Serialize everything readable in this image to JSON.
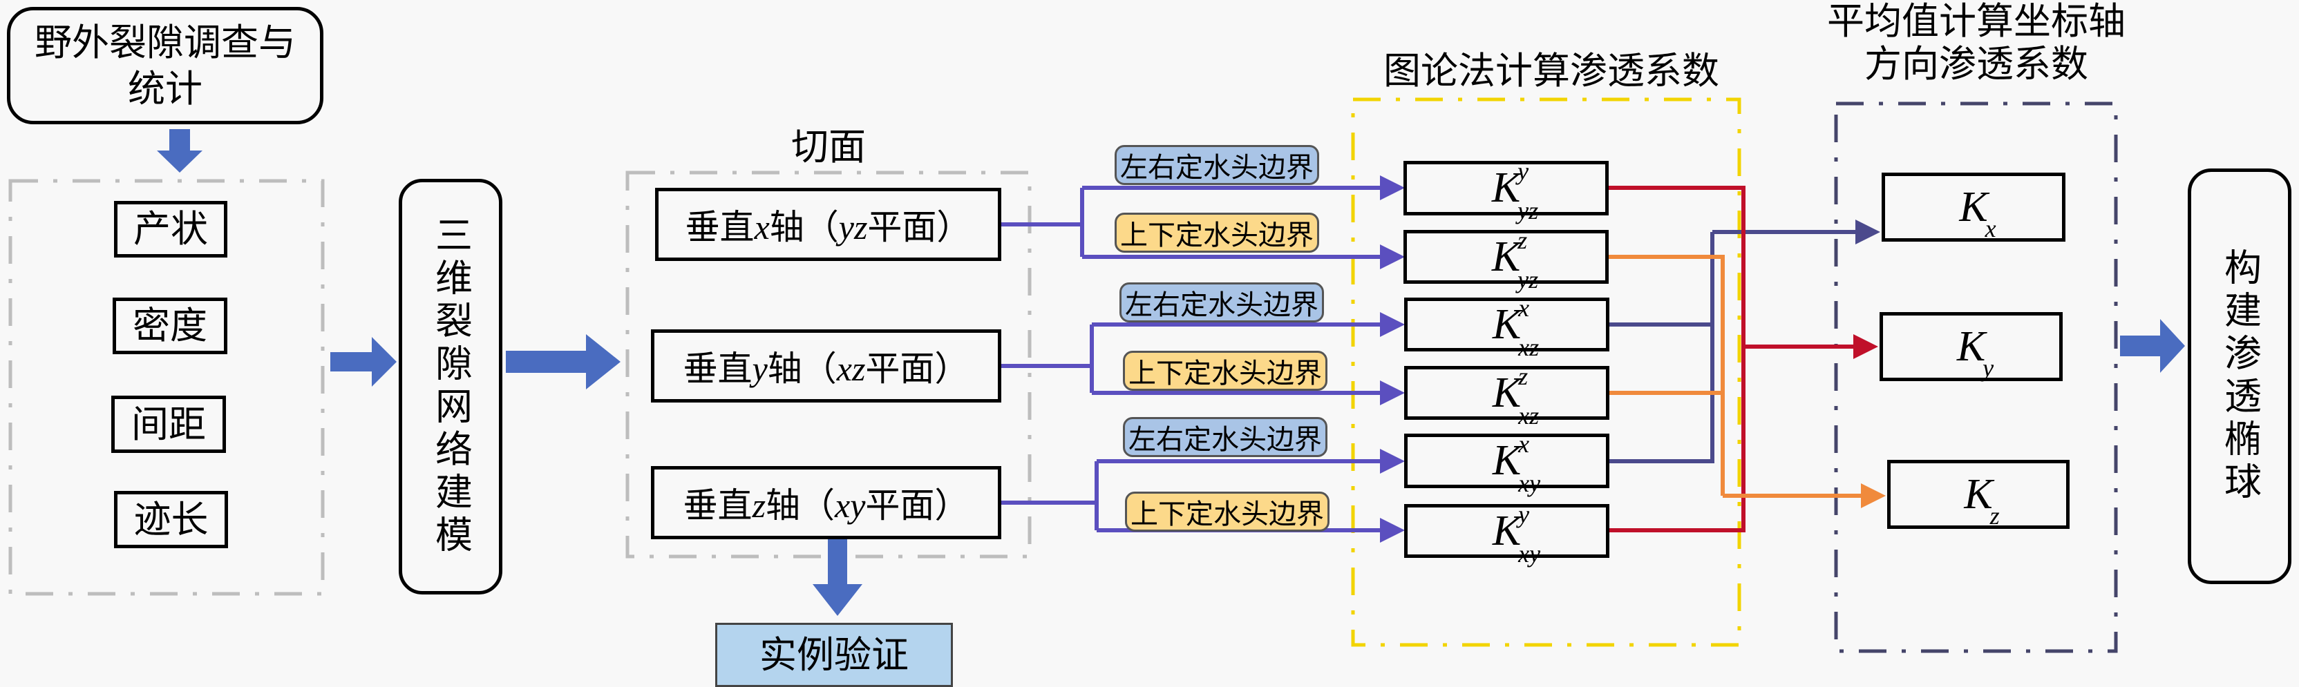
{
  "survey": {
    "title": "野外裂隙调查与统计",
    "items": [
      "产状",
      "密度",
      "间距",
      "迹长"
    ]
  },
  "modeling": {
    "label": "三维裂隙网络建模"
  },
  "sections": {
    "section_label": "切面",
    "graph_title": "图论法计算渗透系数",
    "avg_title_line1": "平均值计算坐标轴",
    "avg_title_line2": "方向渗透系数"
  },
  "planes": [
    {
      "pre": "垂直",
      "axis": "x",
      "mid": "轴（",
      "plane": "yz",
      "post": "平面）"
    },
    {
      "pre": "垂直",
      "axis": "y",
      "mid": "轴（",
      "plane": "xz",
      "post": "平面）"
    },
    {
      "pre": "垂直",
      "axis": "z",
      "mid": "轴（",
      "plane": "xy",
      "post": "平面）"
    }
  ],
  "boundaries": {
    "left_right": "左右定水头边界",
    "top_bottom": "上下定水头边界"
  },
  "k_values": [
    {
      "base": "K",
      "sup": "y",
      "sub": "yz"
    },
    {
      "base": "K",
      "sup": "z",
      "sub": "yz"
    },
    {
      "base": "K",
      "sup": "x",
      "sub": "xz"
    },
    {
      "base": "K",
      "sup": "z",
      "sub": "xz"
    },
    {
      "base": "K",
      "sup": "x",
      "sub": "xy"
    },
    {
      "base": "K",
      "sup": "y",
      "sub": "xy"
    }
  ],
  "k_axes": [
    {
      "base": "K",
      "sub": "x"
    },
    {
      "base": "K",
      "sub": "y"
    },
    {
      "base": "K",
      "sub": "z"
    }
  ],
  "result": {
    "label": "构建渗透椭球"
  },
  "validation": {
    "label": "实例验证"
  },
  "colors": {
    "arrow_blue": "#4a6cc0",
    "wire_purple": "#5b4fbf",
    "wire_x": "#4b4a8c",
    "wire_y": "#c0102a",
    "wire_z": "#f08a3c",
    "bnd_blue": "#a9c4e6",
    "bnd_yellow": "#fcd98a",
    "validation_bg": "#b4d4ee",
    "graph_frame": "#f2d400",
    "avg_frame": "#45456a"
  }
}
